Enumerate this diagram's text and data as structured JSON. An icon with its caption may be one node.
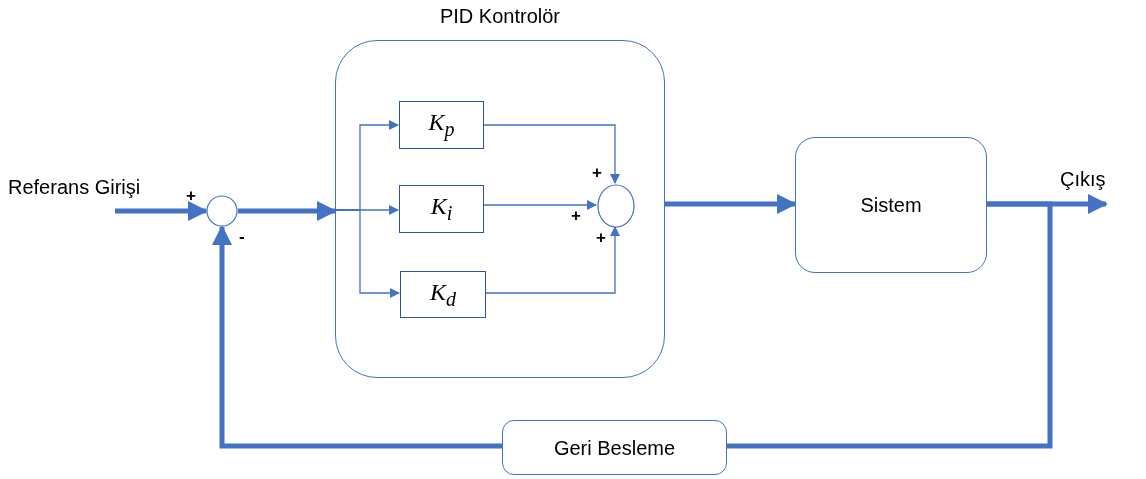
{
  "diagram": {
    "nodes": [
      {
        "text": [
          "Referans Girişi"
        ]
      },
      {
        "text": [],
        "shape": "circle",
        "beside": [
          "+",
          "-"
        ]
      },
      {
        "text": [
          "PID Kontrolör"
        ]
      },
      {
        "text": [
          "K$_{p}$"
        ],
        "in": 2
      },
      {
        "text": [
          "K$_{i}$"
        ],
        "in": 2
      },
      {
        "text": [
          "K$_{d}$"
        ],
        "in": 2
      },
      {
        "text": [],
        "shape": "circle",
        "in": 2,
        "beside": [
          "+",
          "+",
          "+"
        ]
      },
      {
        "text": [
          "Sistem"
        ]
      },
      {
        "text": [
          "Çıkış"
        ]
      },
      {
        "text": [
          "Geri Besleme"
        ]
      }
    ],
    "edges": [
      {
        "from": 0,
        "to": 1,
        "arrow": "to",
        "style": "thick"
      },
      {
        "from": 1,
        "to": 2,
        "arrow": "to",
        "style": "thick"
      },
      {
        "from": 2,
        "to": 3,
        "arrow": "to"
      },
      {
        "from": 2,
        "to": 4,
        "arrow": "to"
      },
      {
        "from": 2,
        "to": 5,
        "arrow": "to"
      },
      {
        "from": 3,
        "to": 6,
        "arrow": "to"
      },
      {
        "from": 4,
        "to": 6,
        "arrow": "to"
      },
      {
        "from": 5,
        "to": 6,
        "arrow": "to"
      },
      {
        "from": 2,
        "to": 7,
        "arrow": "to",
        "style": "thick"
      },
      {
        "from": 7,
        "to": 8,
        "arrow": "to",
        "style": "thick"
      },
      {
        "from": 7,
        "to": 9,
        "arrow": "none",
        "style": "thick"
      },
      {
        "from": 9,
        "to": 1,
        "arrow": "to",
        "style": "thick"
      }
    ]
  }
}
